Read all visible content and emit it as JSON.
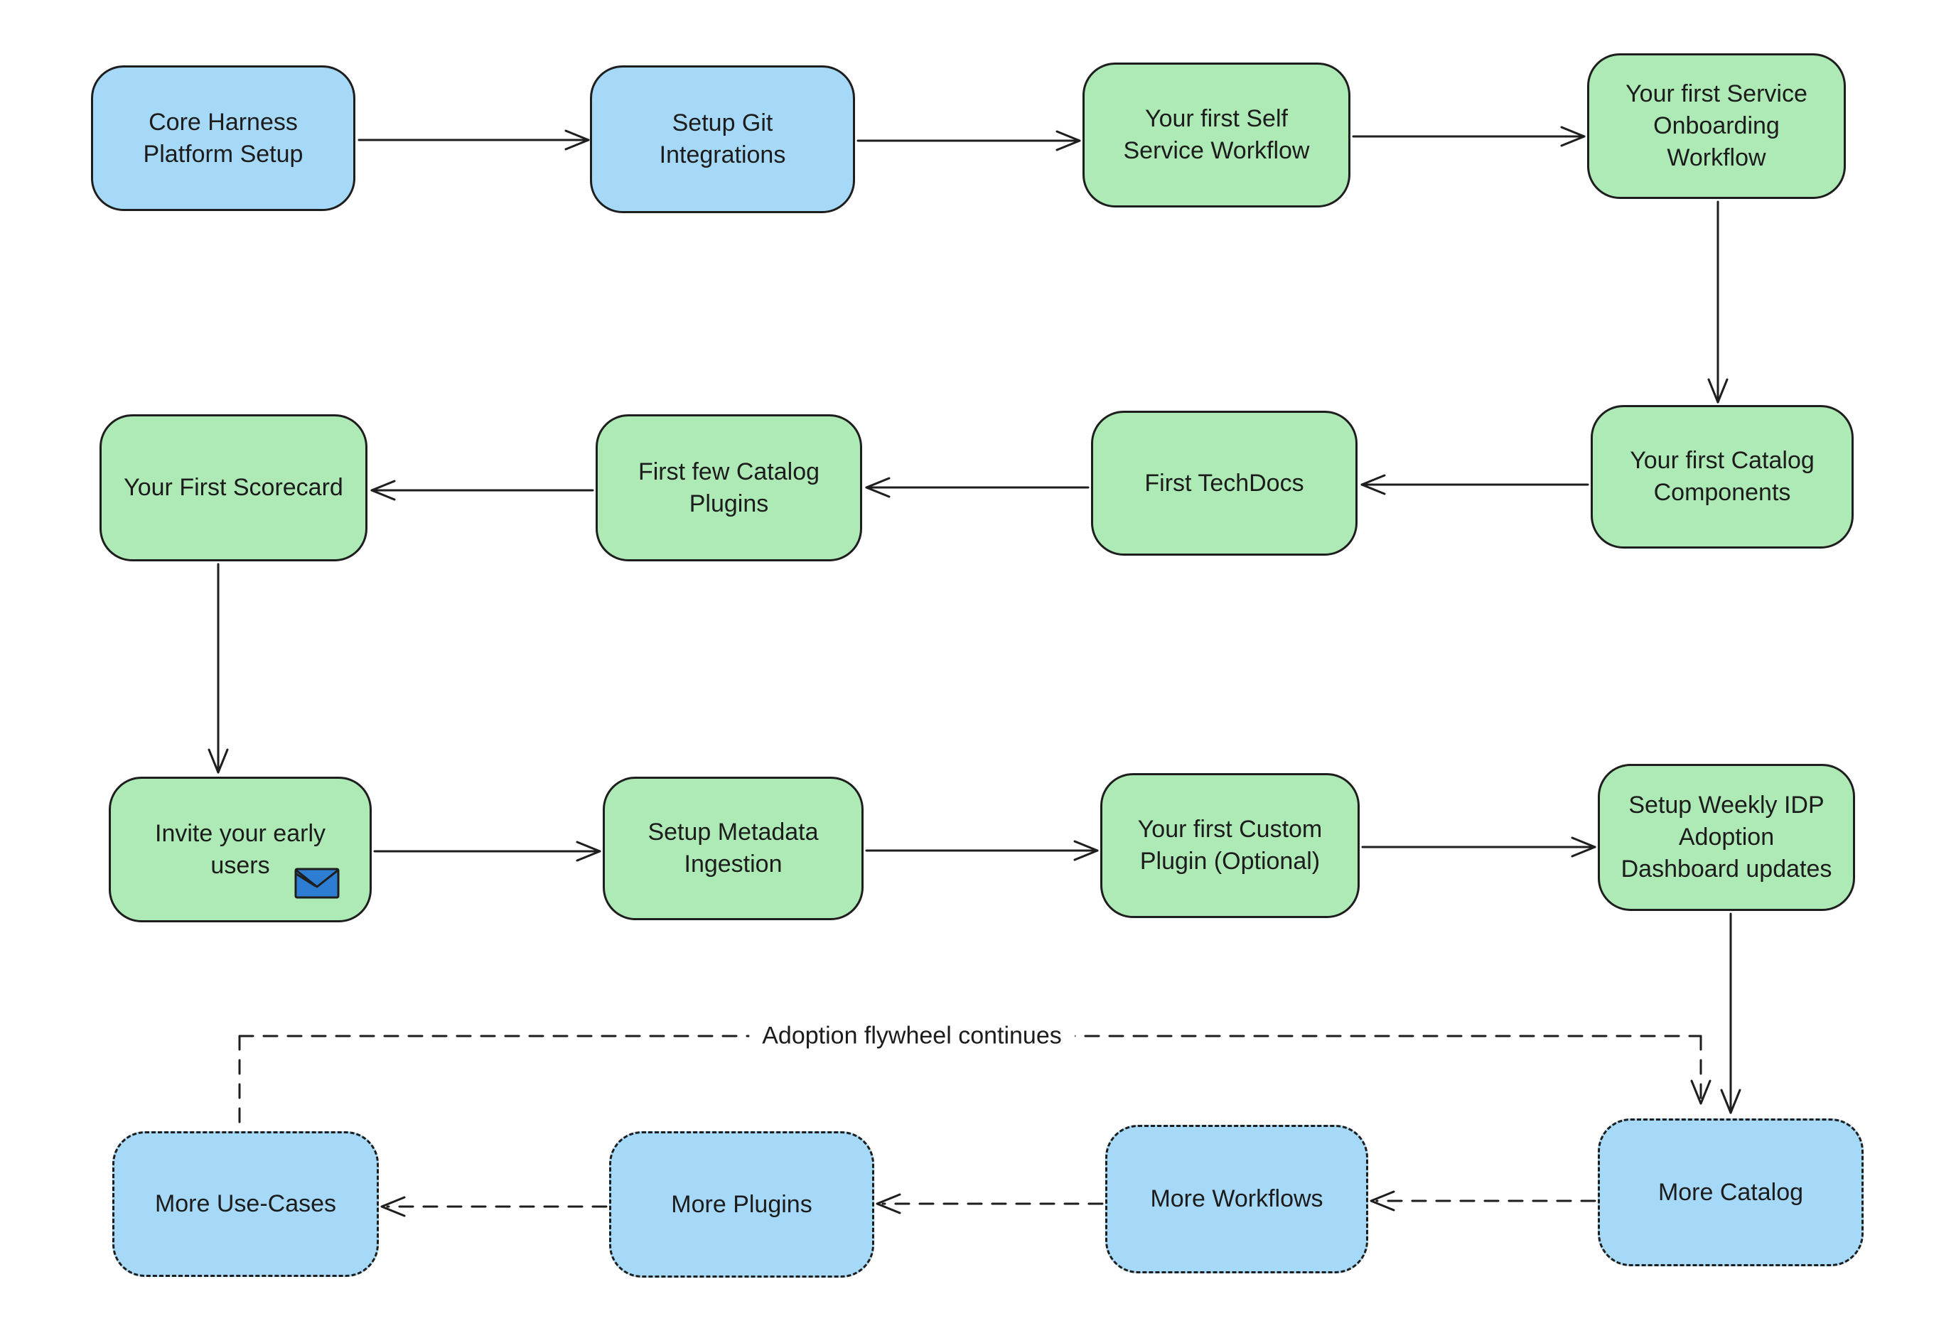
{
  "diagram": {
    "flywheel_label": "Adoption flywheel continues",
    "colors": {
      "blue": "#a6d9f7",
      "green": "#aeeab6",
      "stroke": "#1e1e1e",
      "text": "#1c1c1c",
      "envelope": "#2d7dd2",
      "background": "#ffffff"
    },
    "nodes": [
      {
        "label": "Core Harness Platform Setup",
        "fill": "blue",
        "border": "solid"
      },
      {
        "label": "Setup Git Integrations",
        "fill": "blue",
        "border": "solid"
      },
      {
        "label": "Your first Self Service Workflow",
        "fill": "green",
        "border": "solid"
      },
      {
        "label": "Your first Service Onboarding Workflow",
        "fill": "green",
        "border": "solid"
      },
      {
        "label": "Your First Scorecard",
        "fill": "green",
        "border": "solid"
      },
      {
        "label": "First few Catalog Plugins",
        "fill": "green",
        "border": "solid"
      },
      {
        "label": "First TechDocs",
        "fill": "green",
        "border": "solid"
      },
      {
        "label": "Your first Catalog Components",
        "fill": "green",
        "border": "solid"
      },
      {
        "label": "Invite your early users",
        "fill": "green",
        "border": "solid",
        "icon": "envelope-icon"
      },
      {
        "label": "Setup Metadata Ingestion",
        "fill": "green",
        "border": "solid"
      },
      {
        "label": "Your first Custom Plugin (Optional)",
        "fill": "green",
        "border": "solid"
      },
      {
        "label": "Setup Weekly IDP Adoption Dashboard updates",
        "fill": "green",
        "border": "solid"
      },
      {
        "label": "More Use-Cases",
        "fill": "blue",
        "border": "dashed"
      },
      {
        "label": "More Plugins",
        "fill": "blue",
        "border": "dashed"
      },
      {
        "label": "More Workflows",
        "fill": "blue",
        "border": "dashed"
      },
      {
        "label": "More Catalog",
        "fill": "blue",
        "border": "dashed"
      }
    ]
  }
}
